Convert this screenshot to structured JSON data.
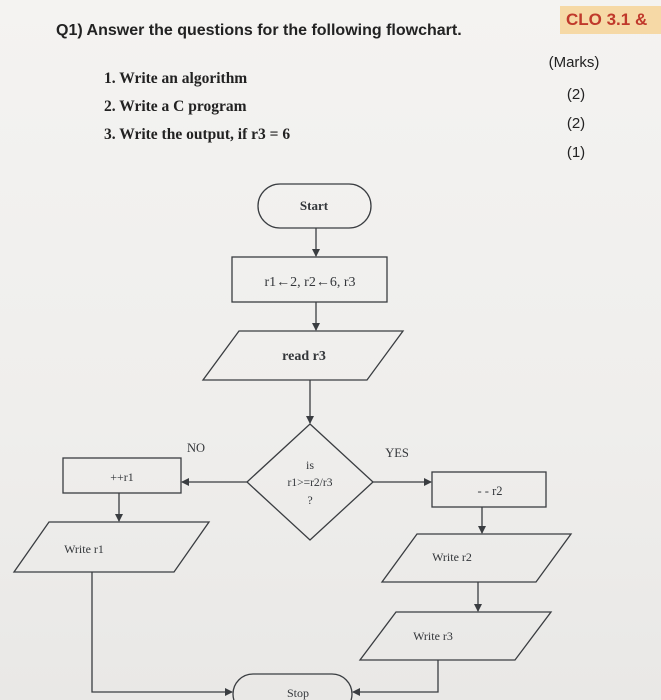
{
  "header": {
    "clo_badge": "CLO 3.1 &",
    "question_title": "Q1) Answer the questions for the following flowchart."
  },
  "tasks": [
    "1. Write an algorithm",
    "2. Write a C program",
    "3. Write the output, if r3 = 6"
  ],
  "marks": {
    "header": "(Marks)",
    "values": [
      "(2)",
      "(2)",
      "(1)"
    ]
  },
  "flowchart": {
    "start": "Start",
    "init": "r1←2, r2←6, r3",
    "read": "read r3",
    "decision_line1": "is",
    "decision_line2": "r1>=r2/r3",
    "decision_line3": "?",
    "no_label": "NO",
    "yes_label": "YES",
    "increment": "++r1",
    "decrement": "- - r2",
    "write_r1": "Write r1",
    "write_r2": "Write r2",
    "write_r3": "Write r3",
    "stop": "Stop"
  }
}
